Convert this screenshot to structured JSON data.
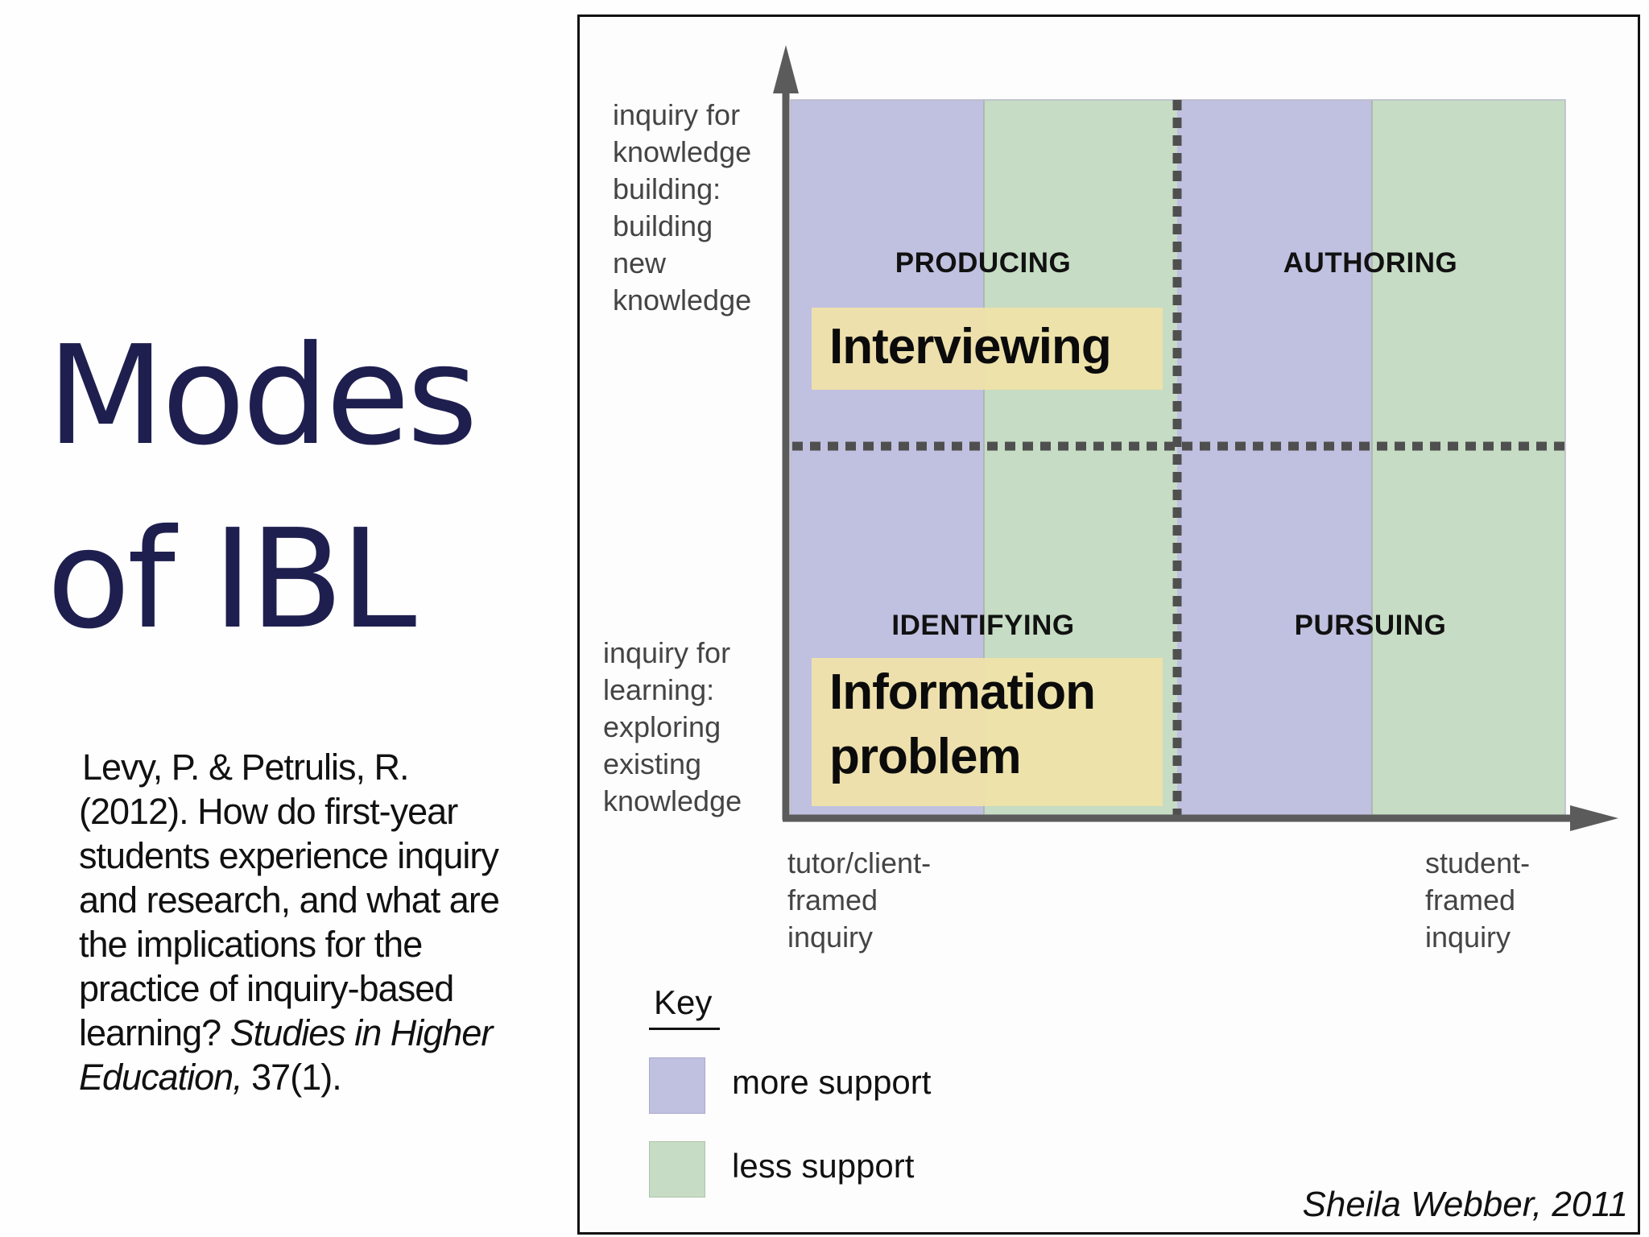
{
  "slide": {
    "title_line1": "Modes",
    "title_line2": "of IBL",
    "citation": {
      "line1": "Levy, P. & Petrulis, R.",
      "line2": "(2012). How do first-year",
      "line3": "students experience inquiry",
      "line4": "and research, and what are",
      "line5": "the implications for the",
      "line6": "practice of inquiry-based",
      "line7_plain": "learning? ",
      "line7_italic": "Studies in Higher",
      "line8_italic": "Education,",
      "line8_plain": " 37(1)."
    }
  },
  "diagram": {
    "y_top_label": [
      "inquiry for",
      "knowledge",
      "building:",
      "building",
      "new",
      "knowledge"
    ],
    "y_bottom_label": [
      "inquiry for",
      "learning:",
      "exploring",
      "existing",
      "knowledge"
    ],
    "x_left_label": [
      "tutor/client-",
      "framed",
      "inquiry"
    ],
    "x_right_label": [
      "student-",
      "framed",
      "inquiry"
    ],
    "quadrants": {
      "top_left": "PRODUCING",
      "top_right": "AUTHORING",
      "bottom_left": "IDENTIFYING",
      "bottom_right": "PURSUING"
    },
    "highlights": {
      "top": "Interviewing",
      "bottom_line1": "Information",
      "bottom_line2": "problem"
    },
    "key": {
      "title": "Key",
      "more_support": "more support",
      "less_support": "less support",
      "more_support_color": "#c0c0e0",
      "less_support_color": "#c6dcc4"
    },
    "credit": "Sheila Webber, 2011"
  }
}
